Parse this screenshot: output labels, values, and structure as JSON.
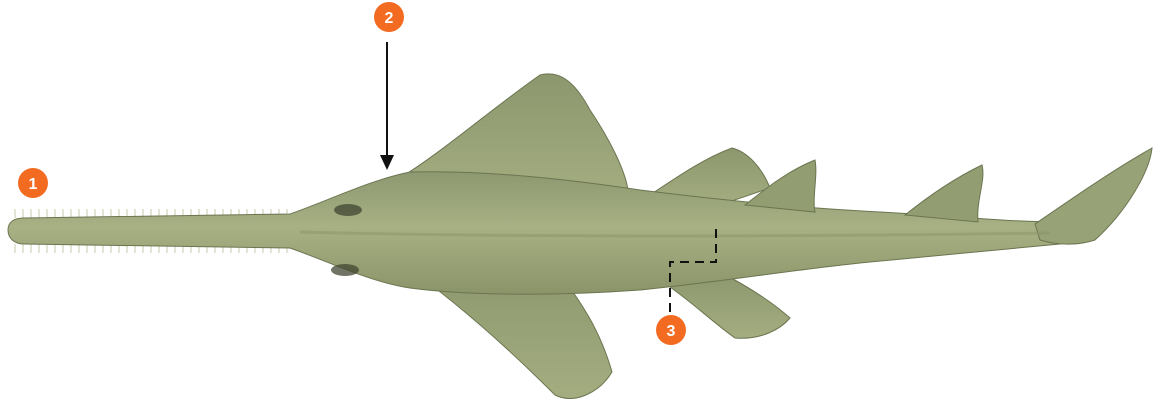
{
  "figure": {
    "subject": "sawfish",
    "colors": {
      "body": "#9ba67a",
      "body_dark": "#6f7a52",
      "body_light": "#b4bd92",
      "outline": "#5c6444",
      "teeth": "#e2e4d6",
      "marker": "#f26b21",
      "marker_text": "#ffffff",
      "pointer": "#111111"
    }
  },
  "markers": [
    {
      "label": "1"
    },
    {
      "label": "2"
    },
    {
      "label": "3"
    }
  ]
}
